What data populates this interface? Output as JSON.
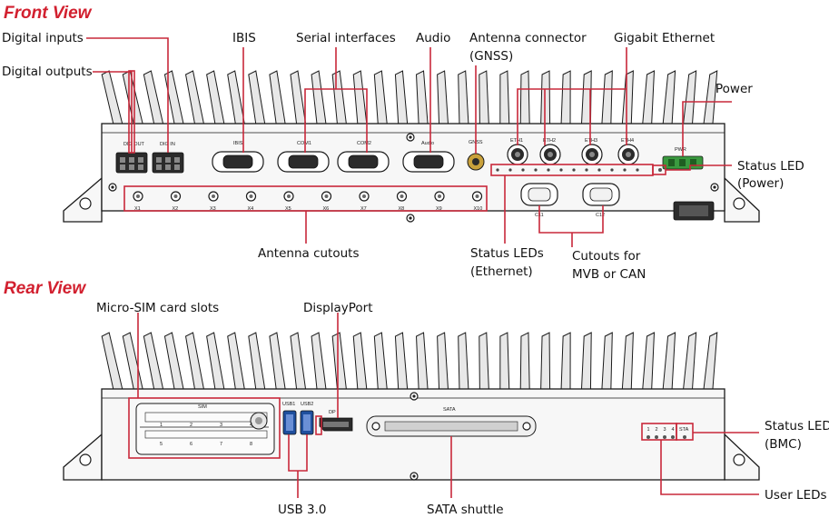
{
  "front": {
    "title": "Front View",
    "labels": {
      "digital_inputs": "Digital inputs",
      "digital_outputs": "Digital outputs",
      "ibis": "IBIS",
      "serial": "Serial interfaces",
      "audio": "Audio",
      "antenna_line1": "Antenna connector",
      "antenna_line2": "(GNSS)",
      "gigabit": "Gigabit Ethernet",
      "power": "Power",
      "status_led_power_line1": "Status LED",
      "status_led_power_line2": "(Power)",
      "antenna_cutouts": "Antenna cutouts",
      "status_leds_eth_line1": "Status LEDs",
      "status_leds_eth_line2": "(Ethernet)",
      "cutouts_line1": "Cutouts for",
      "cutouts_line2": "MVB or CAN"
    },
    "port_marks": {
      "dig_out": "DIG OUT",
      "dig_in": "DIG IN",
      "ibis": "IBIS",
      "com1": "COM1",
      "com2": "COM2",
      "audio": "Audio",
      "gnss": "GNSS",
      "eth": [
        "ETH1",
        "ETH2",
        "ETH3",
        "ETH4"
      ],
      "pwr": "PWR",
      "cutout_a": "C11",
      "cutout_b": "C12"
    },
    "antenna_slots": [
      "X1",
      "X2",
      "X3",
      "X4",
      "X5",
      "X6",
      "X7",
      "X8",
      "X9",
      "X10"
    ]
  },
  "rear": {
    "title": "Rear View",
    "labels": {
      "micro_sim": "Micro-SIM card slots",
      "displayport": "DisplayPort",
      "status_led_bmc_line1": "Status LED",
      "status_led_bmc_line2": "(BMC)",
      "user_leds": "User LEDs",
      "usb": "USB 3.0",
      "sata": "SATA shuttle"
    },
    "port_marks": {
      "sim": "SIM",
      "sim_top": [
        "1",
        "2",
        "3",
        "4"
      ],
      "sim_bottom": [
        "5",
        "6",
        "7",
        "8"
      ],
      "usb1": "USB1",
      "usb2": "USB2",
      "dp": "DP",
      "sata": "SATA",
      "user_led_nums": [
        "1",
        "2",
        "3",
        "4"
      ],
      "sta": "STA"
    }
  },
  "colors": {
    "accent": "#c8283a",
    "heading": "#d2202f",
    "connector_green": "#3a9a3f"
  }
}
